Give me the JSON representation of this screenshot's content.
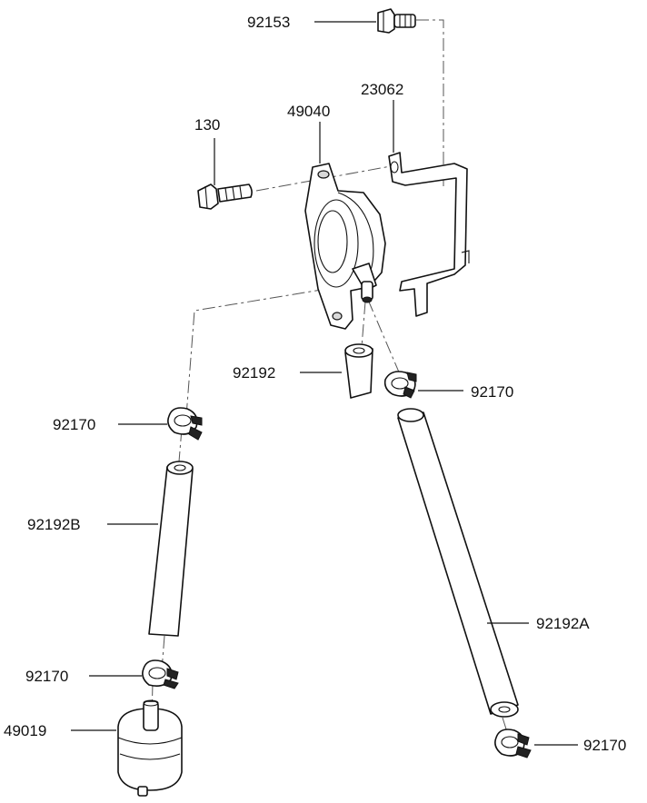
{
  "labels": {
    "bolt_92153": "92153",
    "bracket_23062": "23062",
    "pump_49040": "49040",
    "bolt_130": "130",
    "hose_92192": "92192",
    "clamp_right_top": "92170",
    "clamp_left_top": "92170",
    "hose_92192B": "92192B",
    "hose_92192A": "92192A",
    "clamp_left_bottom": "92170",
    "filter_49019": "49019",
    "clamp_right_bottom": "92170"
  }
}
